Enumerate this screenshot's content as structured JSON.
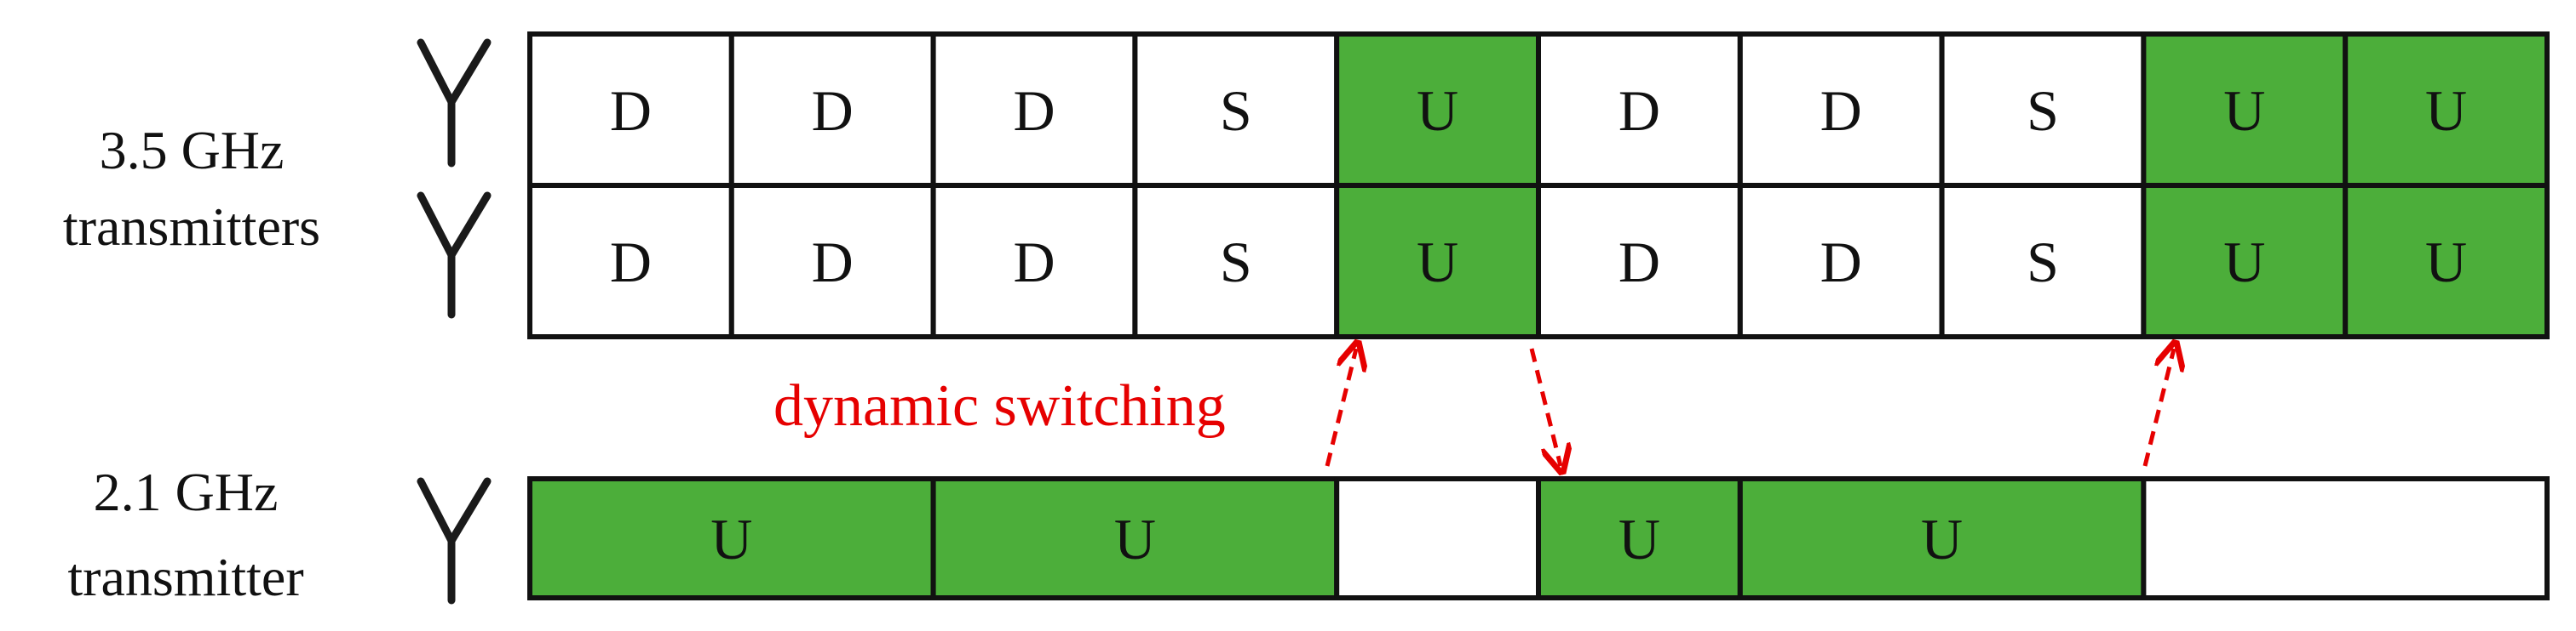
{
  "colors": {
    "uplink_fill": "#4cae3a",
    "empty_fill": "#ffffff",
    "border": "#111111",
    "switch_arrow": "#e60000"
  },
  "labels": {
    "band_35_line1": "3.5 GHz",
    "band_35_line2": "transmitters",
    "band_21_line1": "2.1 GHz",
    "band_21_line2": "transmitter",
    "dynamic_switching": "dynamic switching"
  },
  "icons": {
    "antenna_35_top": "antenna-icon",
    "antenna_35_bottom": "antenna-icon",
    "antenna_21": "antenna-icon"
  },
  "rows": {
    "row_35_top": [
      "D",
      "D",
      "D",
      "S",
      "U",
      "D",
      "D",
      "S",
      "U",
      "U"
    ],
    "row_35_bottom": [
      "D",
      "D",
      "D",
      "S",
      "U",
      "D",
      "D",
      "S",
      "U",
      "U"
    ],
    "row_21": [
      "U",
      "U",
      "",
      "U",
      "U",
      ""
    ]
  },
  "arrows": [
    {
      "direction": "up"
    },
    {
      "direction": "down"
    },
    {
      "direction": "up"
    }
  ]
}
